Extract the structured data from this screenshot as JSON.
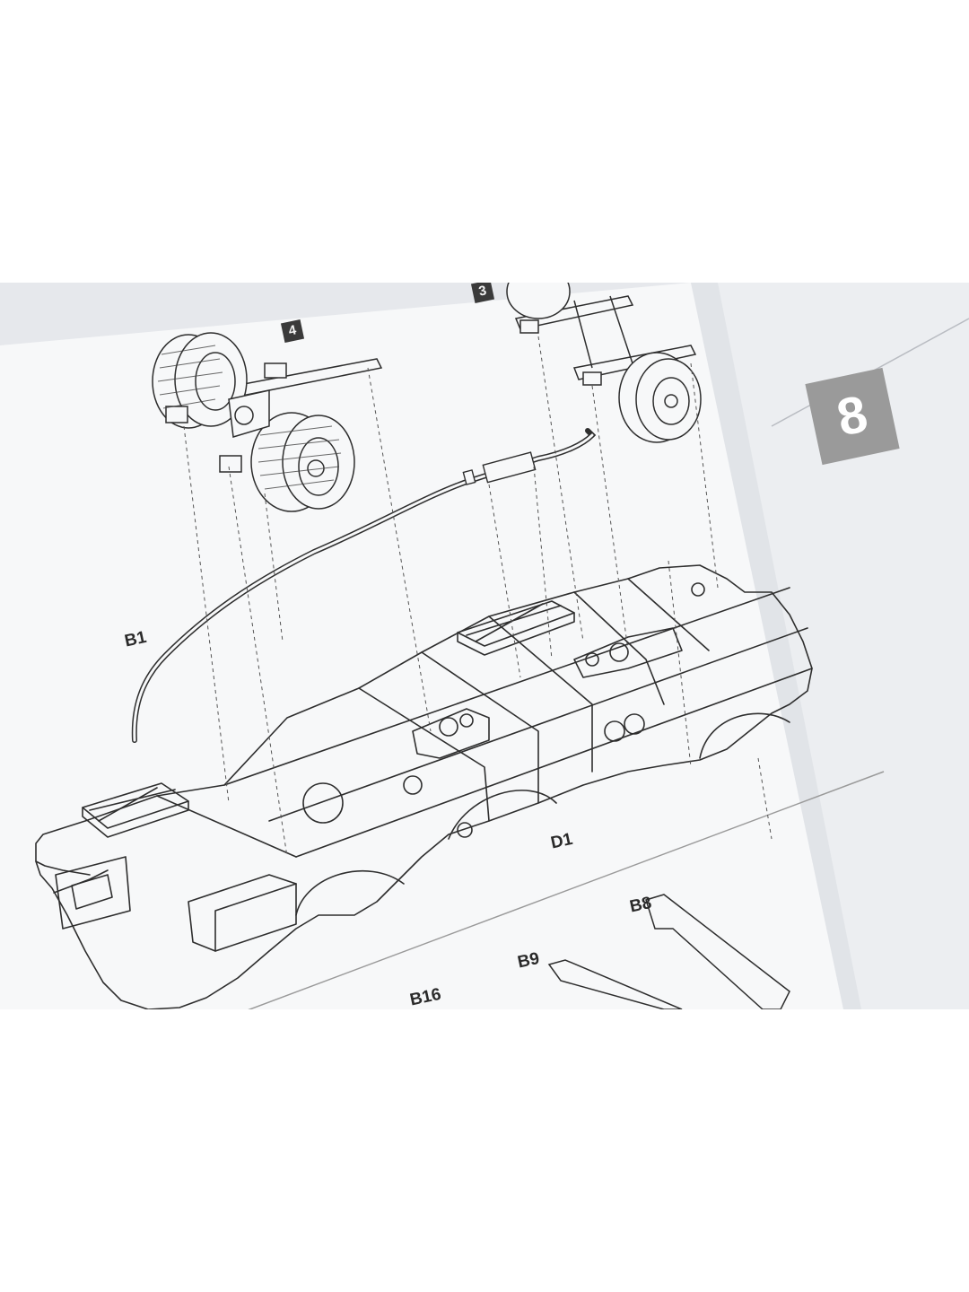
{
  "page": {
    "page_number": "8",
    "steps": [
      "4",
      "3"
    ]
  },
  "parts": {
    "b1": "B1",
    "d1": "D1",
    "b8": "B8",
    "b9": "B9",
    "b16": "B16"
  },
  "colors": {
    "paper": "#f7f8f9",
    "shadow_paper": "#e4e6ea",
    "ink": "#2a2a2a",
    "page_badge": "#9a9a9a"
  }
}
